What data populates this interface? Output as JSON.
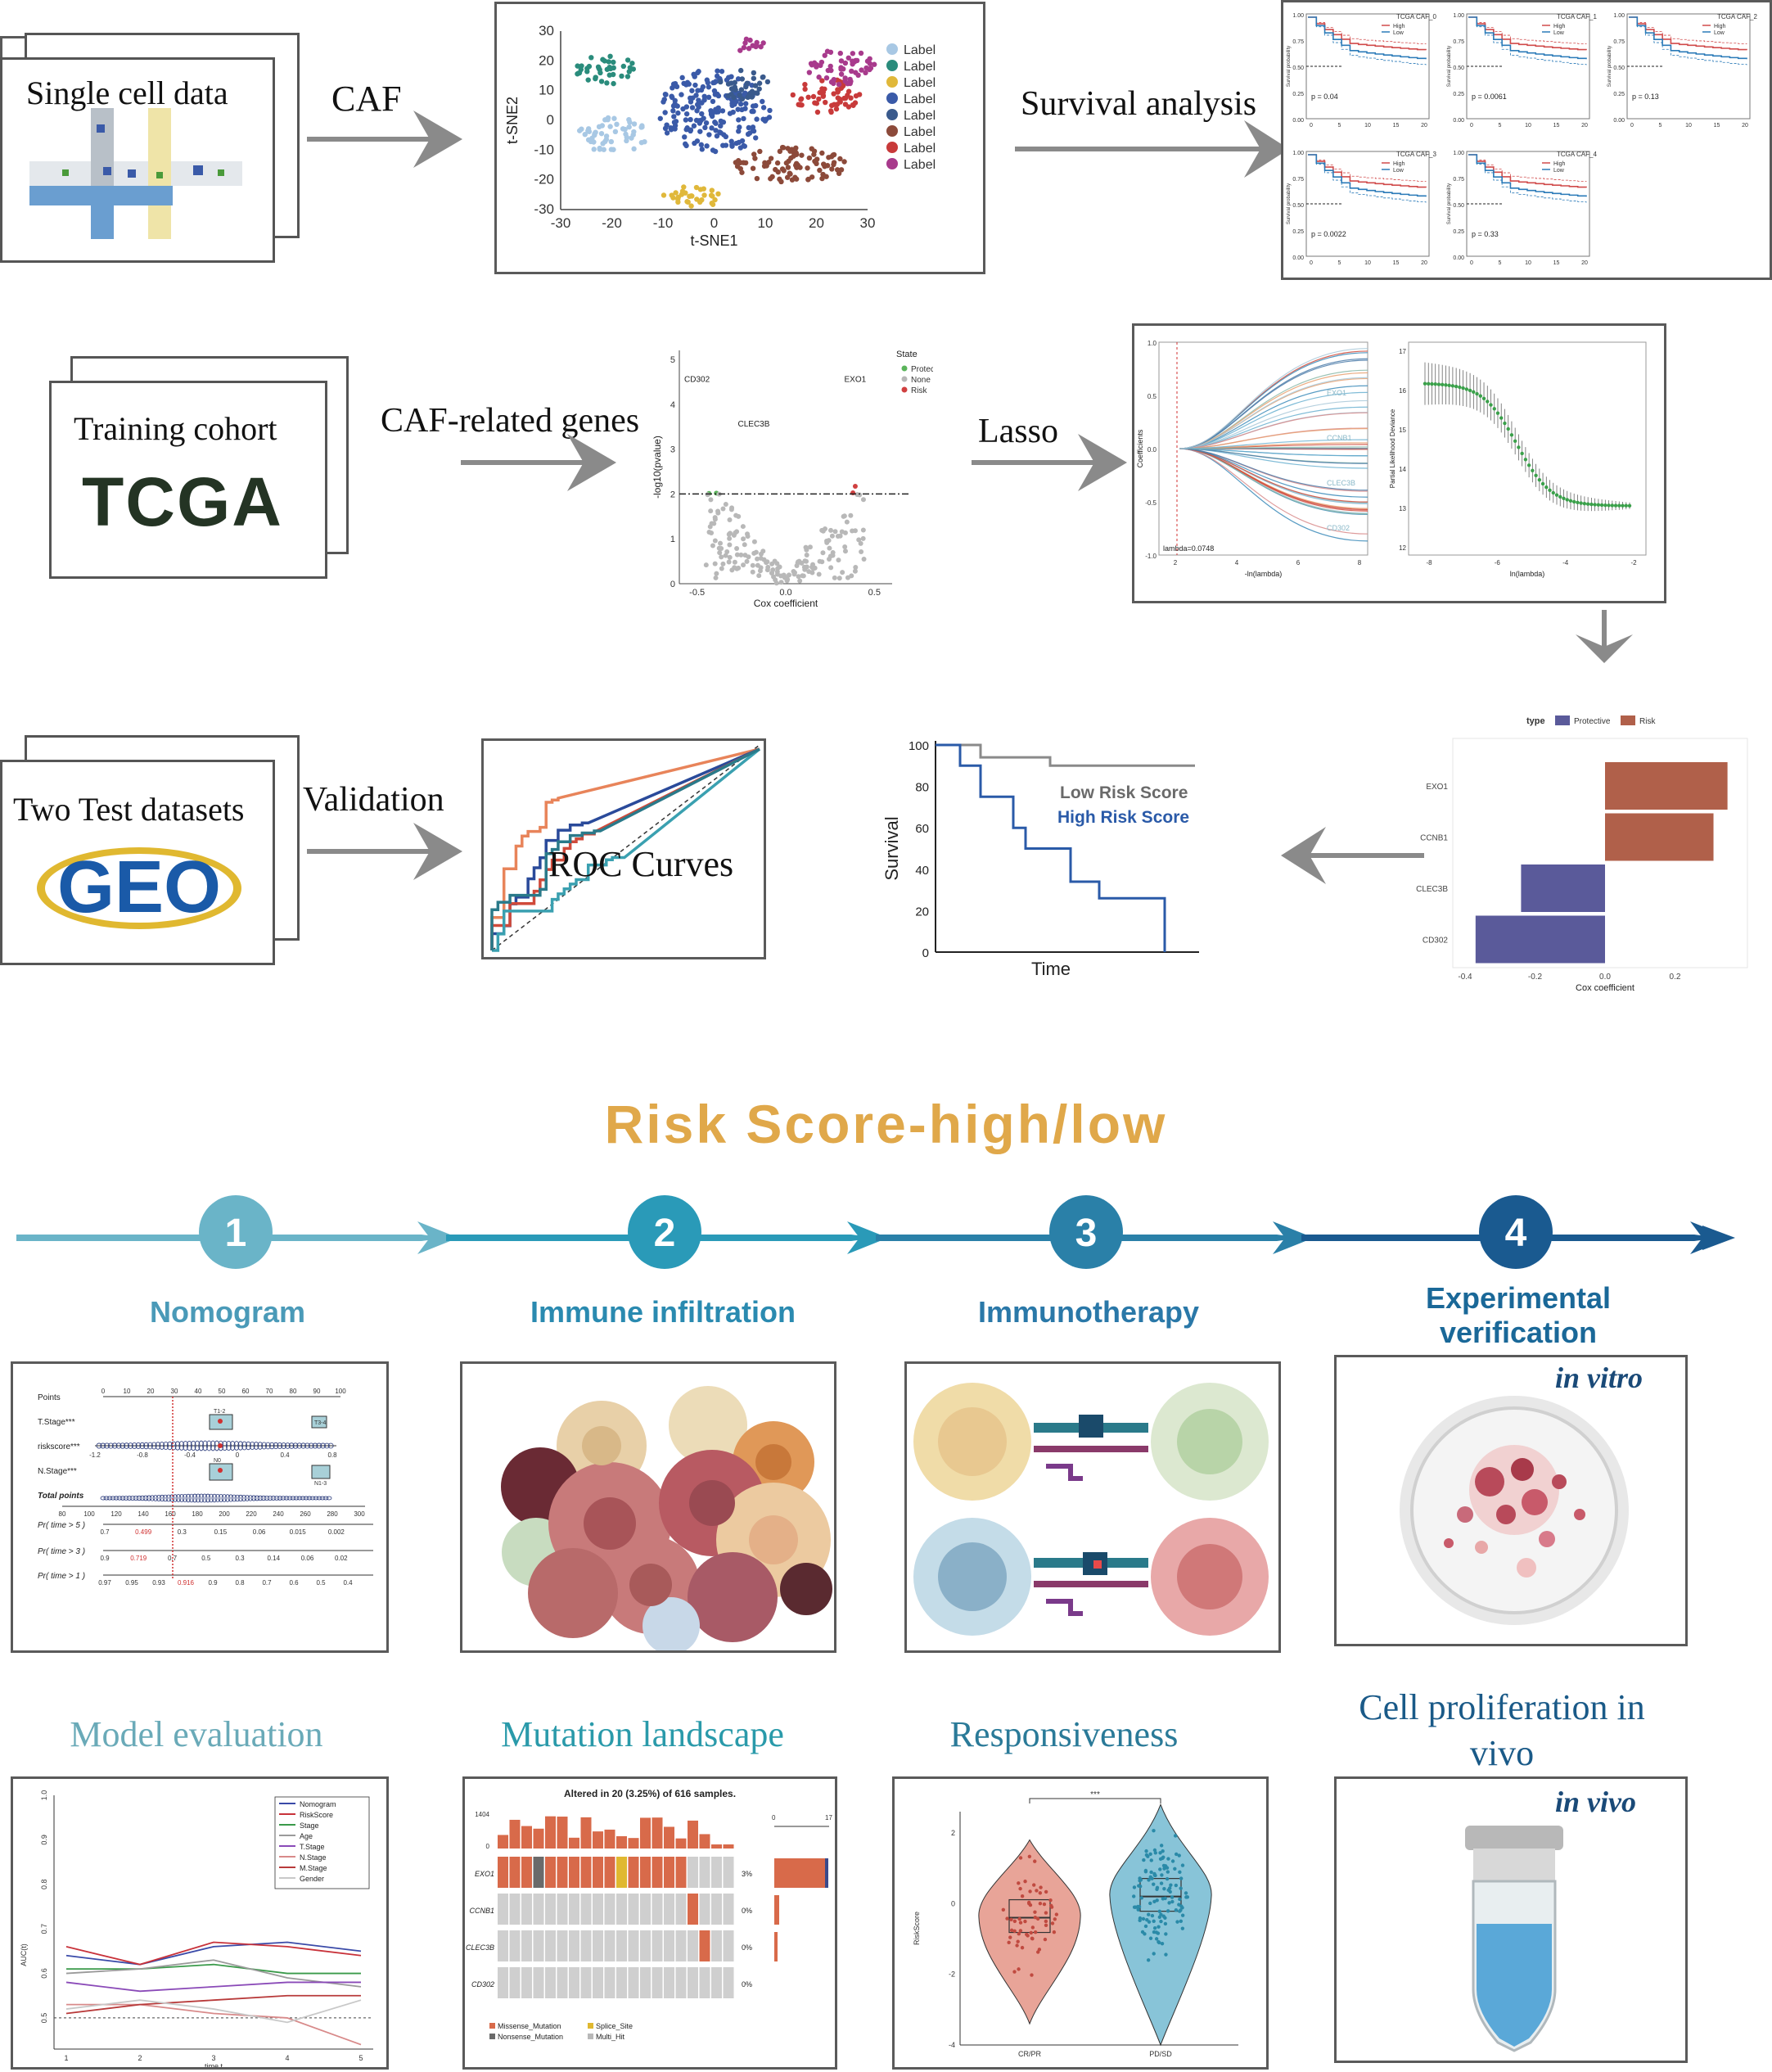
{
  "row1": {
    "single_cell_label": "Single cell data",
    "caf_label": "CAF",
    "tsne": {
      "xlabel": "t-SNE1",
      "ylabel": "t-SNE2",
      "xticks": [
        "-30",
        "-20",
        "-10",
        "0",
        "10",
        "20",
        "30"
      ],
      "yticks": [
        "30",
        "20",
        "10",
        "0",
        "-10",
        "-20",
        "-30"
      ],
      "legend": [
        "Label",
        "Label",
        "Label",
        "Label",
        "Label",
        "Label",
        "Label",
        "Label"
      ],
      "colors": [
        "#a8c8e4",
        "#2a8c7c",
        "#e0b83a",
        "#3a5aa8",
        "#3a5a8c",
        "#8c4a3a",
        "#c83a3a",
        "#a83a8c"
      ]
    },
    "survival_label": "Survival analysis",
    "km_panels": [
      {
        "title": "TCGA CAF_0",
        "p": "p = 0.04"
      },
      {
        "title": "TCGA CAF_1",
        "p": "p = 0.0061"
      },
      {
        "title": "TCGA CAF_2",
        "p": "p = 0.13"
      },
      {
        "title": "TCGA CAF_3",
        "p": "p = 0.0022"
      },
      {
        "title": "TCGA CAF_4",
        "p": "p = 0.33"
      }
    ],
    "km_legend": [
      "High",
      "Low"
    ],
    "km_ylabel": "Survival probability",
    "km_yticks": [
      "1.00",
      "0.75",
      "0.50",
      "0.25",
      "0.00"
    ],
    "km_xticks": [
      "0",
      "5",
      "10",
      "15",
      "20"
    ]
  },
  "row2": {
    "training_label": "Training cohort",
    "tcga_label": "TCGA",
    "caf_genes_label": "CAF-related genes",
    "lasso_label": "Lasso",
    "volcano": {
      "xlabel": "Cox coefficient",
      "ylabel": "-log10(pvalue)",
      "xticks": [
        "-0.5",
        "0.0",
        "0.5"
      ],
      "yticks": [
        "5",
        "4",
        "3",
        "2",
        "1",
        "0"
      ],
      "legend_title": "State",
      "legend": [
        "Protective",
        "None",
        "Risk"
      ],
      "genes": [
        "CD302",
        "CLEC3B",
        "EXO1"
      ]
    },
    "lasso_coef": {
      "ylabel": "Coefficients",
      "xlabel": "-ln(lambda)",
      "lambda": "lambda=0.0748",
      "xticks": [
        "2",
        "4",
        "6",
        "8"
      ],
      "yticks": [
        "1.0",
        "0.5",
        "0.0",
        "-0.5",
        "-1.0"
      ],
      "genes": [
        "EXO1",
        "CCNB1",
        "CLEC3B",
        "CD302"
      ]
    },
    "lasso_cv": {
      "ylabel": "Partial Likelihood Deviance",
      "xlabel": "ln(lambda)",
      "xticks": [
        "-8",
        "-6",
        "-4",
        "-2"
      ],
      "yticks": [
        "17",
        "16",
        "15",
        "14",
        "13",
        "12"
      ]
    }
  },
  "row3": {
    "test_label": "Two Test datasets",
    "geo_label": "GEO",
    "validation_label": "Validation",
    "roc_label": "ROC Curves",
    "km_schematic": {
      "ylabel": "Survival",
      "xlabel": "Time",
      "yticks": [
        "100",
        "80",
        "60",
        "40",
        "20",
        "0"
      ],
      "low_label": "Low Risk Score",
      "high_label": "High Risk Score"
    },
    "coef_bar": {
      "legend_title": "type",
      "legend": [
        "Protective",
        "Risk"
      ],
      "genes": [
        "EXO1",
        "CCNB1",
        "CLEC3B",
        "CD302"
      ],
      "values": [
        0.35,
        0.31,
        -0.24,
        -0.37
      ],
      "xlabel": "Cox coefficient",
      "xticks": [
        "-0.4",
        "-0.2",
        "0.0",
        "0.2"
      ]
    }
  },
  "risk_title": "Risk Score-high/low",
  "steps": [
    {
      "num": "1",
      "title": "Nomogram",
      "sub": "Model evaluation"
    },
    {
      "num": "2",
      "title": "Immune infiltration",
      "sub": "Mutation landscape"
    },
    {
      "num": "3",
      "title": "Immunotherapy",
      "sub": "Responsiveness"
    },
    {
      "num": "4",
      "title": "Experimental verification",
      "sub": "Cell proliferation in vivo"
    }
  ],
  "nomogram": {
    "rows": [
      "Points",
      "T.Stage***",
      "riskscore***",
      "N.Stage***",
      "Total points",
      "Pr( time > 5 )",
      "Pr( time > 3 )",
      "Pr( time > 1 )"
    ],
    "points_ticks": [
      "0",
      "10",
      "20",
      "30",
      "40",
      "50",
      "60",
      "70",
      "80",
      "90",
      "100"
    ],
    "total_ticks": [
      "80",
      "100",
      "120",
      "140",
      "160",
      "180",
      "200",
      "220",
      "240",
      "260",
      "280",
      "300"
    ],
    "risk_ticks": [
      "-1.2",
      "-0.8",
      "-0.4",
      "0",
      "0.4",
      "0.8"
    ],
    "tstage": [
      "T1-2",
      "T3-4"
    ],
    "nstage": [
      "N0",
      "N1-3"
    ],
    "pr5": [
      "0.7",
      "0.499",
      "0.3",
      "0.15",
      "0.06",
      "0.015",
      "0.002"
    ],
    "pr3": [
      "0.9",
      "0.719",
      "0.7",
      "0.5",
      "0.3",
      "0.14",
      "0.06",
      "0.02"
    ],
    "pr1": [
      "0.97",
      "0.95",
      "0.93",
      "0.916",
      "0.9",
      "0.8",
      "0.7",
      "0.6",
      "0.5",
      "0.4"
    ]
  },
  "in_vitro": "in vitro",
  "in_vivo": "in vivo",
  "auc": {
    "ylabel": "AUC(t)",
    "xlabel": "time t",
    "xticks": [
      "1",
      "2",
      "3",
      "4",
      "5"
    ],
    "yticks": [
      "1.0",
      "0.9",
      "0.8",
      "0.7",
      "0.6",
      "0.5"
    ],
    "legend": [
      "Nomogram",
      "RiskScore",
      "Stage",
      "Age",
      "T.Stage",
      "N.Stage",
      "M.Stage",
      "Gender"
    ],
    "colors": [
      "#3a4aa8",
      "#c8323a",
      "#3a9a4a",
      "#9a9a9a",
      "#8a4ab8",
      "#d88a8a",
      "#b83a3a",
      "#c8c8c8"
    ],
    "series": [
      [
        0.64,
        0.62,
        0.66,
        0.67,
        0.65
      ],
      [
        0.66,
        0.62,
        0.67,
        0.66,
        0.64
      ],
      [
        0.61,
        0.61,
        0.62,
        0.6,
        0.6
      ],
      [
        0.6,
        0.61,
        0.63,
        0.59,
        0.57
      ],
      [
        0.58,
        0.56,
        0.57,
        0.58,
        0.58
      ],
      [
        0.53,
        0.53,
        0.51,
        0.5,
        0.44
      ],
      [
        0.51,
        0.53,
        0.54,
        0.55,
        0.55
      ],
      [
        0.52,
        0.54,
        0.52,
        0.49,
        0.54
      ]
    ]
  },
  "mutation": {
    "title": "Altered in 20 (3.25%) of 616 samples.",
    "top_ticks": [
      "1404",
      "0"
    ],
    "right_ticks": [
      "0",
      "17"
    ],
    "genes": [
      "EXO1",
      "CCNB1",
      "CLEC3B",
      "CD302"
    ],
    "pcts": [
      "3%",
      "0%",
      "0%",
      "0%"
    ],
    "legend": [
      "Missense_Mutation",
      "Splice_Site",
      "Nonsense_Mutation",
      "Multi_Hit"
    ]
  },
  "violin": {
    "ylabel": "RiskScore",
    "groups": [
      "CR/PR",
      "PD/SD"
    ],
    "sig": "***",
    "yticks": [
      "2",
      "0",
      "-2",
      "-4"
    ]
  }
}
